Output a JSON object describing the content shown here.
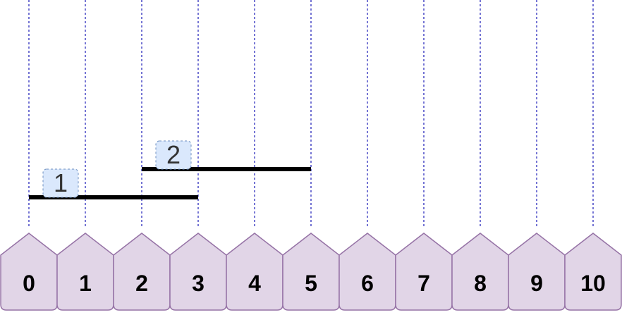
{
  "diagram": {
    "ticks": [
      "0",
      "1",
      "2",
      "3",
      "4",
      "5",
      "6",
      "7",
      "8",
      "9",
      "10"
    ],
    "intervals": [
      {
        "label": "1",
        "start": 0,
        "end": 3
      },
      {
        "label": "2",
        "start": 2,
        "end": 5
      }
    ],
    "colors": {
      "gridline": "#1a1ab8",
      "marker_fill": "#e1d5e7",
      "marker_stroke": "#9673a6",
      "tick_text": "#000000",
      "interval_line": "#000000",
      "label_fill": "#dae8fc",
      "label_stroke": "#6c8ebf",
      "label_text": "#333333"
    }
  }
}
